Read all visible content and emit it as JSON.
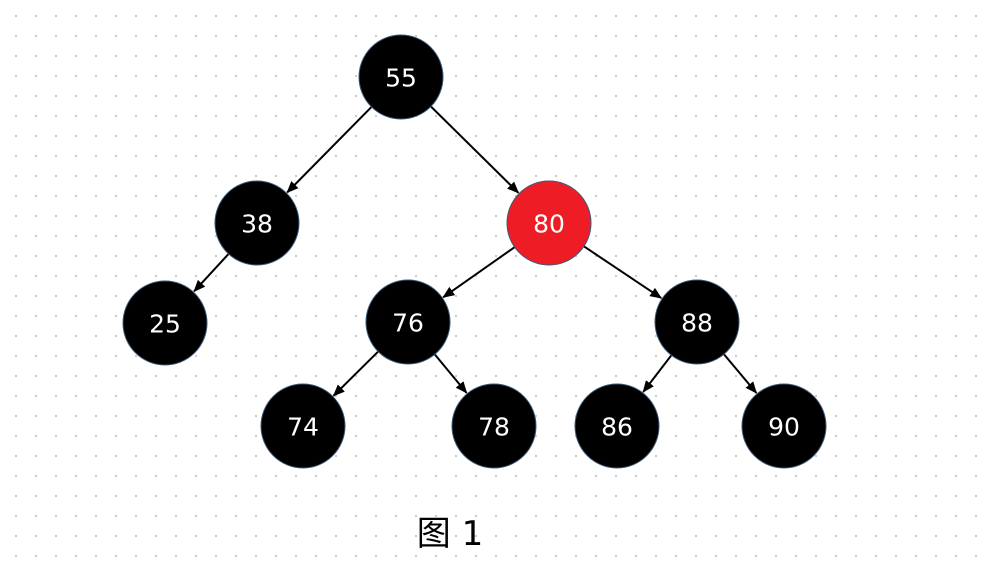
{
  "diagram": {
    "type": "binary-tree",
    "caption": "图 1",
    "colors": {
      "black_node": "#000000",
      "red_node": "#ee1c25",
      "node_text": "#ffffff",
      "edge": "#000000",
      "grid_dot": "#c8c8c8"
    },
    "nodes": [
      {
        "id": "n55",
        "label": "55",
        "color": "black"
      },
      {
        "id": "n38",
        "label": "38",
        "color": "black"
      },
      {
        "id": "n80",
        "label": "80",
        "color": "red"
      },
      {
        "id": "n25",
        "label": "25",
        "color": "black"
      },
      {
        "id": "n76",
        "label": "76",
        "color": "black"
      },
      {
        "id": "n88",
        "label": "88",
        "color": "black"
      },
      {
        "id": "n74",
        "label": "74",
        "color": "black"
      },
      {
        "id": "n78",
        "label": "78",
        "color": "black"
      },
      {
        "id": "n86",
        "label": "86",
        "color": "black"
      },
      {
        "id": "n90",
        "label": "90",
        "color": "black"
      }
    ],
    "edges": [
      {
        "from": "n55",
        "to": "n38"
      },
      {
        "from": "n55",
        "to": "n80"
      },
      {
        "from": "n38",
        "to": "n25"
      },
      {
        "from": "n80",
        "to": "n76"
      },
      {
        "from": "n80",
        "to": "n88"
      },
      {
        "from": "n76",
        "to": "n74"
      },
      {
        "from": "n76",
        "to": "n78"
      },
      {
        "from": "n88",
        "to": "n86"
      },
      {
        "from": "n88",
        "to": "n90"
      }
    ]
  }
}
